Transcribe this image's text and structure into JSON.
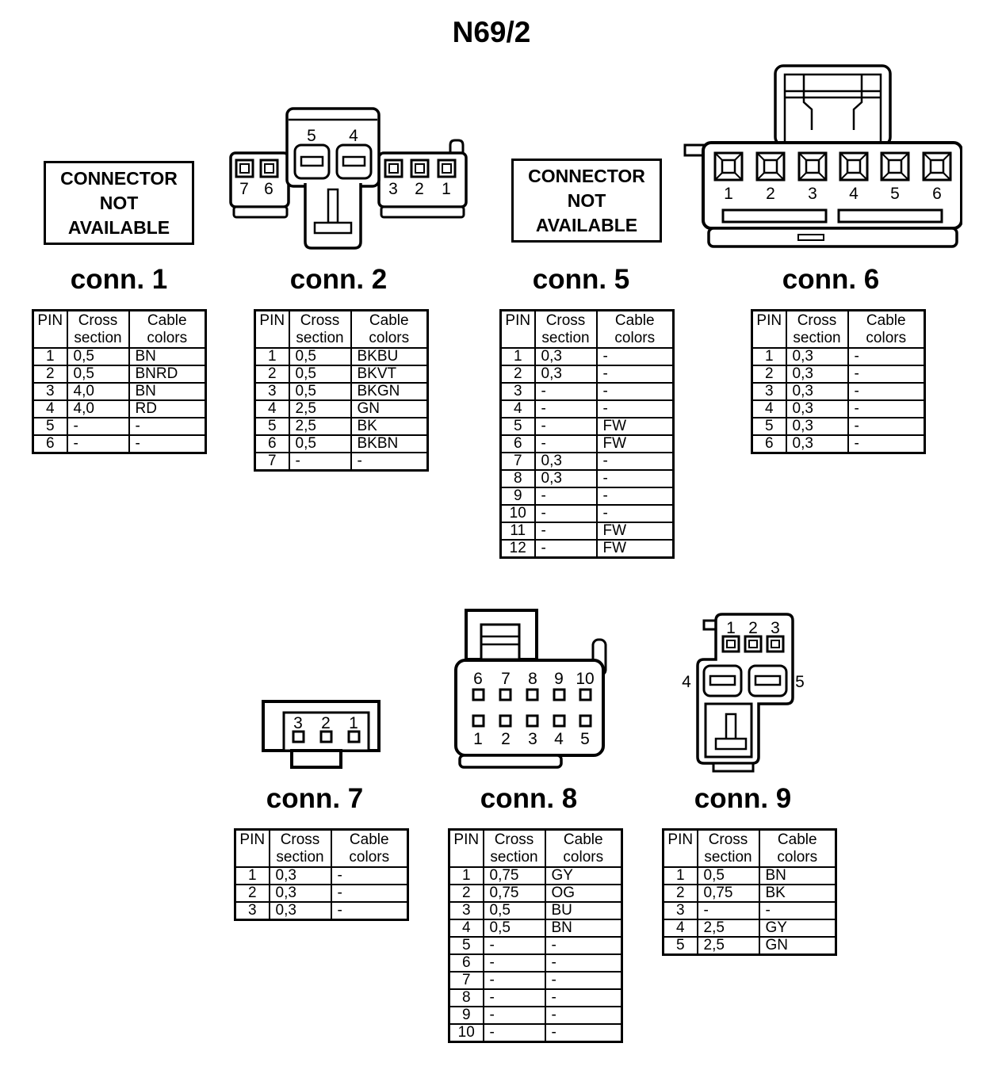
{
  "title": "N69/2",
  "colors": {
    "ink": "#000000",
    "background": "#ffffff"
  },
  "table_headers": {
    "pin": "PIN",
    "cross": "Cross\nsection",
    "colors": "Cable\ncolors"
  },
  "connectors": [
    {
      "id": "conn1",
      "label": "conn. 1",
      "not_available": "CONNECTOR\nNOT\nAVAILABLE",
      "rows": [
        [
          "1",
          "0,5",
          "BN"
        ],
        [
          "2",
          "0,5",
          "BNRD"
        ],
        [
          "3",
          "4,0",
          "BN"
        ],
        [
          "4",
          "4,0",
          "RD"
        ],
        [
          "5",
          "-",
          "-"
        ],
        [
          "6",
          "-",
          "-"
        ]
      ]
    },
    {
      "id": "conn2",
      "label": "conn. 2",
      "pins": {
        "p1": "1",
        "p2": "2",
        "p3": "3",
        "p4": "4",
        "p5": "5",
        "p6": "6",
        "p7": "7"
      },
      "rows": [
        [
          "1",
          "0,5",
          "BKBU"
        ],
        [
          "2",
          "0,5",
          "BKVT"
        ],
        [
          "3",
          "0,5",
          "BKGN"
        ],
        [
          "4",
          "2,5",
          "GN"
        ],
        [
          "5",
          "2,5",
          "BK"
        ],
        [
          "6",
          "0,5",
          "BKBN"
        ],
        [
          "7",
          "-",
          "-"
        ]
      ]
    },
    {
      "id": "conn5",
      "label": "conn. 5",
      "not_available": "CONNECTOR\nNOT\nAVAILABLE",
      "rows": [
        [
          "1",
          "0,3",
          "-"
        ],
        [
          "2",
          "0,3",
          "-"
        ],
        [
          "3",
          "-",
          "-"
        ],
        [
          "4",
          "-",
          "-"
        ],
        [
          "5",
          "-",
          "FW"
        ],
        [
          "6",
          "-",
          "FW"
        ],
        [
          "7",
          "0,3",
          "-"
        ],
        [
          "8",
          "0,3",
          "-"
        ],
        [
          "9",
          "-",
          "-"
        ],
        [
          "10",
          "-",
          "-"
        ],
        [
          "11",
          "-",
          "FW"
        ],
        [
          "12",
          "-",
          "FW"
        ]
      ]
    },
    {
      "id": "conn6",
      "label": "conn. 6",
      "pins": {
        "p1": "1",
        "p2": "2",
        "p3": "3",
        "p4": "4",
        "p5": "5",
        "p6": "6"
      },
      "rows": [
        [
          "1",
          "0,3",
          "-"
        ],
        [
          "2",
          "0,3",
          "-"
        ],
        [
          "3",
          "0,3",
          "-"
        ],
        [
          "4",
          "0,3",
          "-"
        ],
        [
          "5",
          "0,3",
          "-"
        ],
        [
          "6",
          "0,3",
          "-"
        ]
      ]
    },
    {
      "id": "conn7",
      "label": "conn. 7",
      "pins": {
        "p1": "1",
        "p2": "2",
        "p3": "3"
      },
      "rows": [
        [
          "1",
          "0,3",
          "-"
        ],
        [
          "2",
          "0,3",
          "-"
        ],
        [
          "3",
          "0,3",
          "-"
        ]
      ]
    },
    {
      "id": "conn8",
      "label": "conn. 8",
      "pins": {
        "p1": "1",
        "p2": "2",
        "p3": "3",
        "p4": "4",
        "p5": "5",
        "p6": "6",
        "p7": "7",
        "p8": "8",
        "p9": "9",
        "p10": "10"
      },
      "rows": [
        [
          "1",
          "0,75",
          "GY"
        ],
        [
          "2",
          "0,75",
          "OG"
        ],
        [
          "3",
          "0,5",
          "BU"
        ],
        [
          "4",
          "0,5",
          "BN"
        ],
        [
          "5",
          "-",
          "-"
        ],
        [
          "6",
          "-",
          "-"
        ],
        [
          "7",
          "-",
          "-"
        ],
        [
          "8",
          "-",
          "-"
        ],
        [
          "9",
          "-",
          "-"
        ],
        [
          "10",
          "-",
          "-"
        ]
      ]
    },
    {
      "id": "conn9",
      "label": "conn. 9",
      "pins": {
        "p1": "1",
        "p2": "2",
        "p3": "3",
        "p4": "4",
        "p5": "5"
      },
      "rows": [
        [
          "1",
          "0,5",
          "BN"
        ],
        [
          "2",
          "0,75",
          "BK"
        ],
        [
          "3",
          "-",
          "-"
        ],
        [
          "4",
          "2,5",
          "GY"
        ],
        [
          "5",
          "2,5",
          "GN"
        ]
      ]
    }
  ]
}
